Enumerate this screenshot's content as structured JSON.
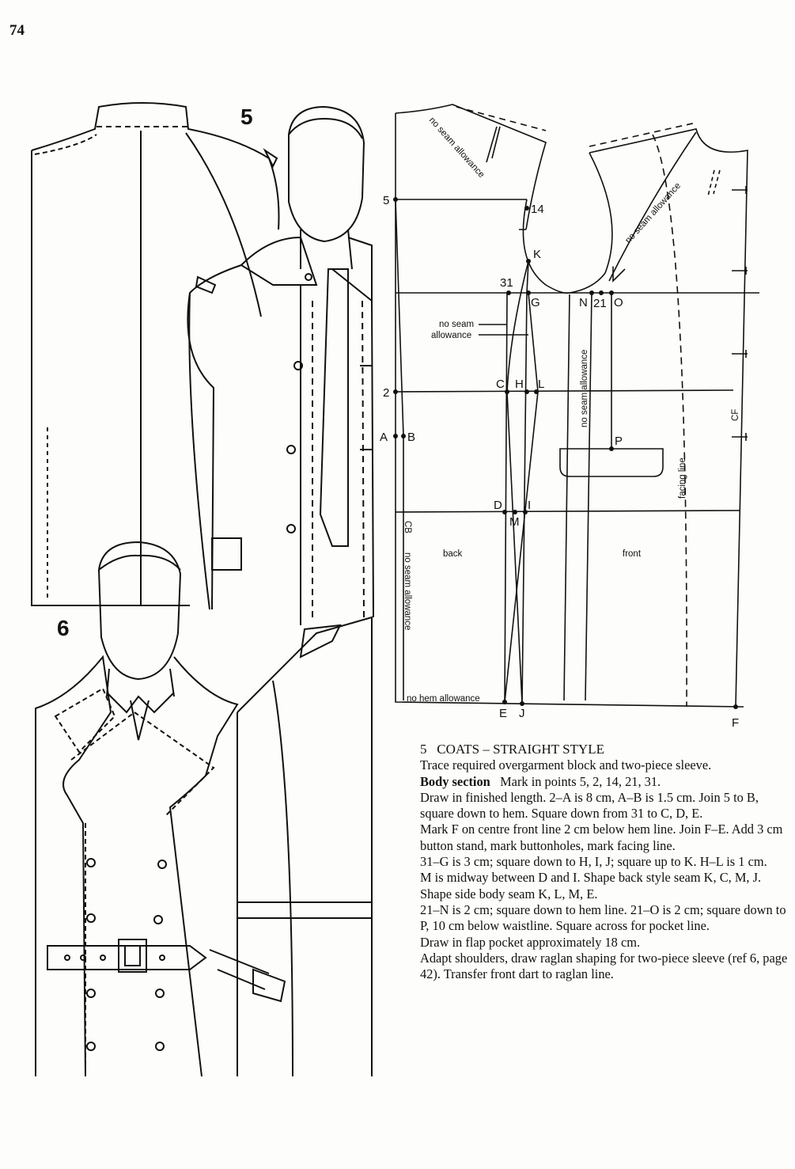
{
  "page_number": "74",
  "figure_labels": {
    "fig5": "5",
    "fig6": "6"
  },
  "diagram": {
    "points": {
      "p5": "5",
      "p14": "14",
      "K": "K",
      "p31": "31",
      "G": "G",
      "N": "N",
      "p21": "21",
      "O": "O",
      "p2": "2",
      "C": "C",
      "H": "H",
      "L": "L",
      "A": "A",
      "B": "B",
      "P": "P",
      "D": "D",
      "I": "I",
      "M": "M",
      "E": "E",
      "J": "J",
      "F": "F"
    },
    "notes": {
      "back_shoulder": "no seam allowance",
      "front_shoulder": "no seam allowance",
      "arrow_line1": "no seam",
      "arrow_line2": "allowance",
      "side_front": "no seam allowance",
      "cb": "CB",
      "cb_note": "no seam allowance",
      "hem": "no hem allowance",
      "back": "back",
      "front": "front",
      "facing": "facing line",
      "cf": "CF"
    }
  },
  "text": {
    "title_num": "5",
    "title": "COATS – STRAIGHT STYLE",
    "lines": [
      "Trace required overgarment block and two-piece sleeve."
    ],
    "body_section_label": "Body section",
    "body_section_text": "Mark in points 5, 2, 14, 21, 31.",
    "paragraphs": [
      "Draw in finished length. 2–A is 8 cm, A–B is 1.5 cm. Join 5 to B, square down to hem. Square down from 31 to C, D, E.",
      "Mark F on centre front line 2 cm below hem line. Join F–E. Add 3 cm button stand, mark buttonholes, mark facing line.",
      "31–G is 3 cm; square down to H, I, J; square up to K. H–L is 1 cm.",
      "M is midway between D and I. Shape back style seam K, C, M, J. Shape side body seam K, L, M, E.",
      "21–N is 2 cm; square down to hem line. 21–O is 2 cm; square down to P, 10 cm below waistline. Square across for pocket line.",
      "Draw in flap pocket approximately 18 cm.",
      "Adapt shoulders, draw raglan shaping for two-piece sleeve (ref 6, page 42). Transfer front dart to raglan line."
    ]
  }
}
